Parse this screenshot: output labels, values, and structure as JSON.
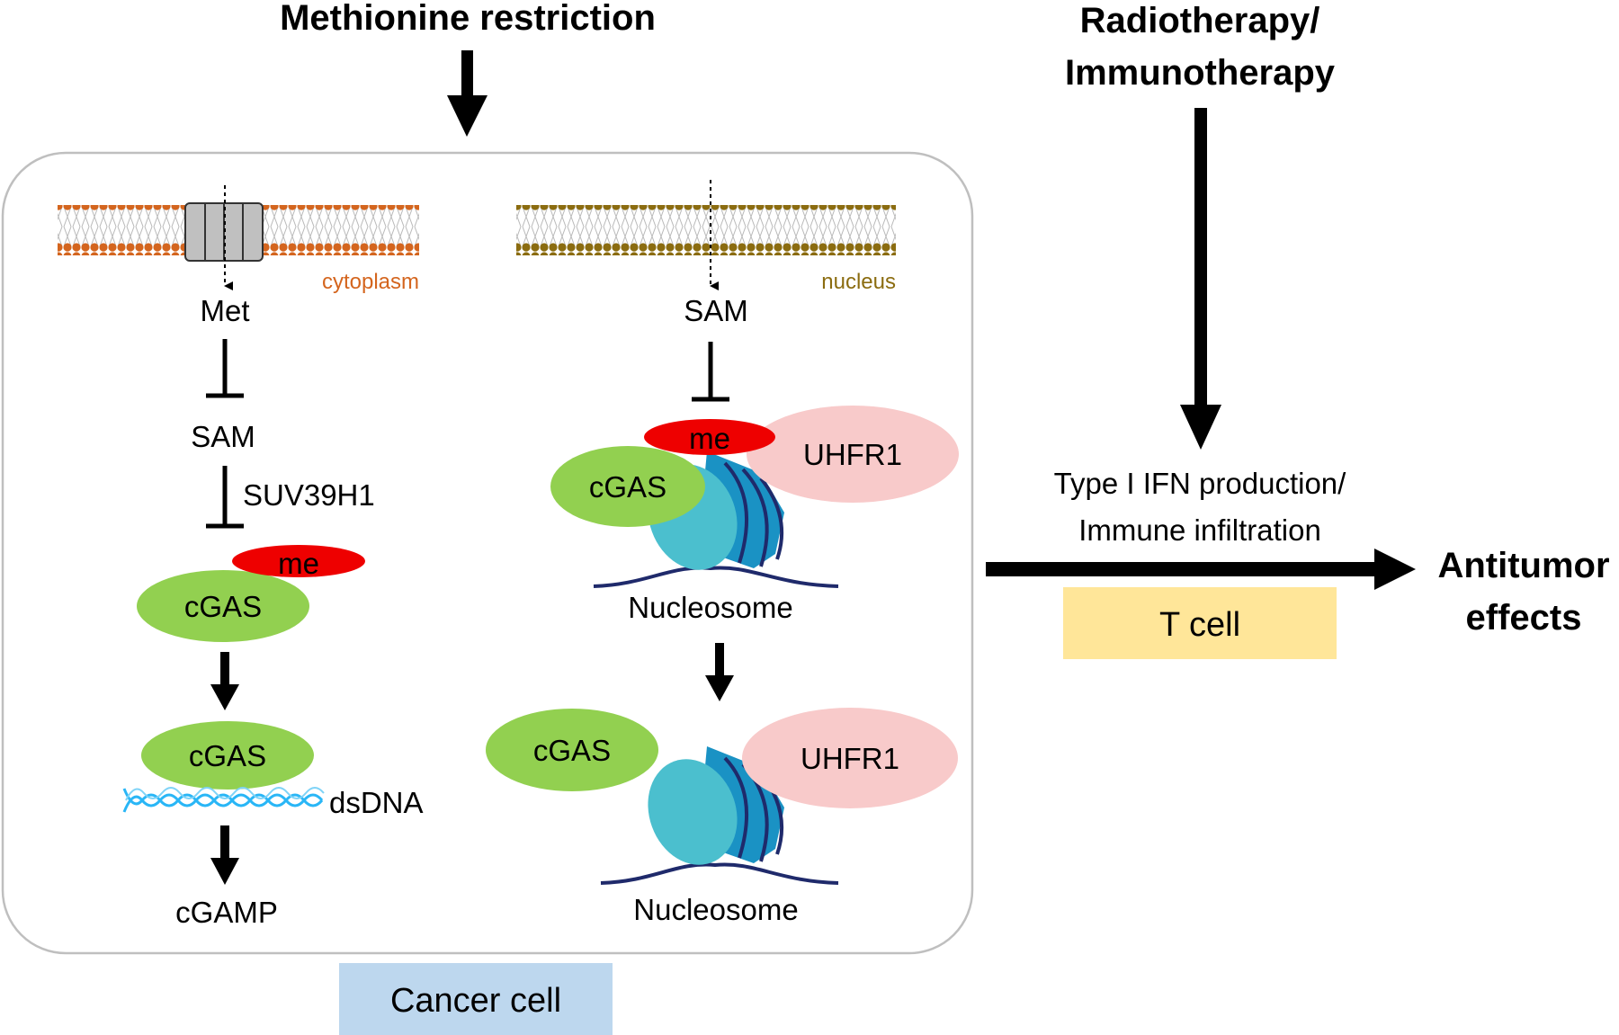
{
  "title": "Methionine restriction",
  "therapy": {
    "line1": "Radiotherapy/",
    "line2": "Immunotherapy"
  },
  "cytoplasm_label": "cytoplasm",
  "nucleus_label": "nucleus",
  "left_pathway": {
    "met": "Met",
    "sam": "SAM",
    "enzyme": "SUV39H1",
    "me": "me",
    "cgas_methylated": "cGAS",
    "cgas_bound": "cGAS",
    "dsdna": "dsDNA",
    "product": "cGAMP"
  },
  "right_pathway": {
    "sam": "SAM",
    "me": "me",
    "cgas_top": "cGAS",
    "uhfr1_top": "UHFR1",
    "nucleosome_top": "Nucleosome",
    "cgas_bottom": "cGAS",
    "uhfr1_bottom": "UHFR1",
    "nucleosome_bottom": "Nucleosome"
  },
  "cancer_cell_label": "Cancer cell",
  "ifn": {
    "line1": "Type I IFN production/",
    "line2": "Immune infiltration"
  },
  "t_cell_label": "T cell",
  "outcome": {
    "line1": "Antitumor",
    "line2": "effects"
  },
  "colors": {
    "cytoplasm_membrane": "#d4651e",
    "nucleus_membrane": "#8b6c10",
    "me_red": "#ee0000",
    "cgas_green": "#92d050",
    "uhfr1_pink": "#f8caca",
    "cancer_box": "#bdd7ee",
    "tcell_box": "#ffe699",
    "nucleosome_light": "#4bbfce",
    "nucleosome_dark": "#1a92c4",
    "dna_navy": "#1f2a6b",
    "dsdna_cyan": "#29b6f6",
    "cell_border": "#bfbfbf"
  }
}
